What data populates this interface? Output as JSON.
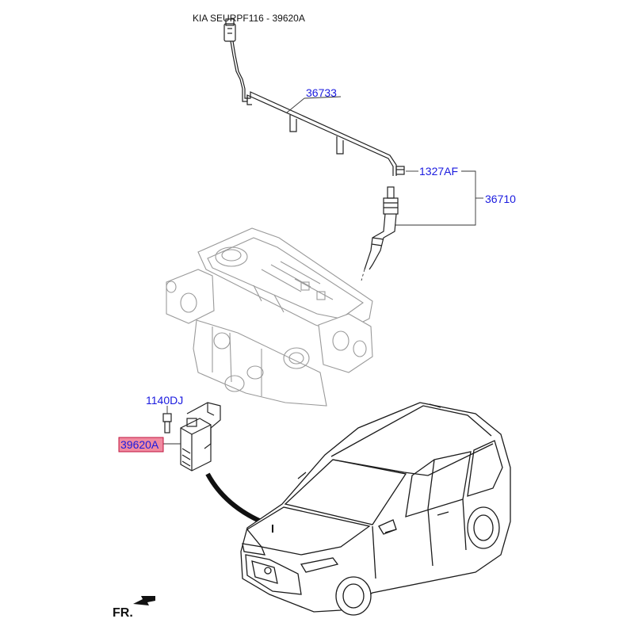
{
  "header": {
    "title": "KIA SEURPF116 - 39620A"
  },
  "parts": {
    "harness": "36733",
    "nut": "1327AF",
    "glow_plug": "36710",
    "bolt": "1140DJ",
    "control_unit": "39620A"
  },
  "direction": {
    "label": "FR."
  },
  "colors": {
    "label_blue": "#1a1adf",
    "highlight": "#f08aa0",
    "highlight_border": "#c0143c"
  }
}
